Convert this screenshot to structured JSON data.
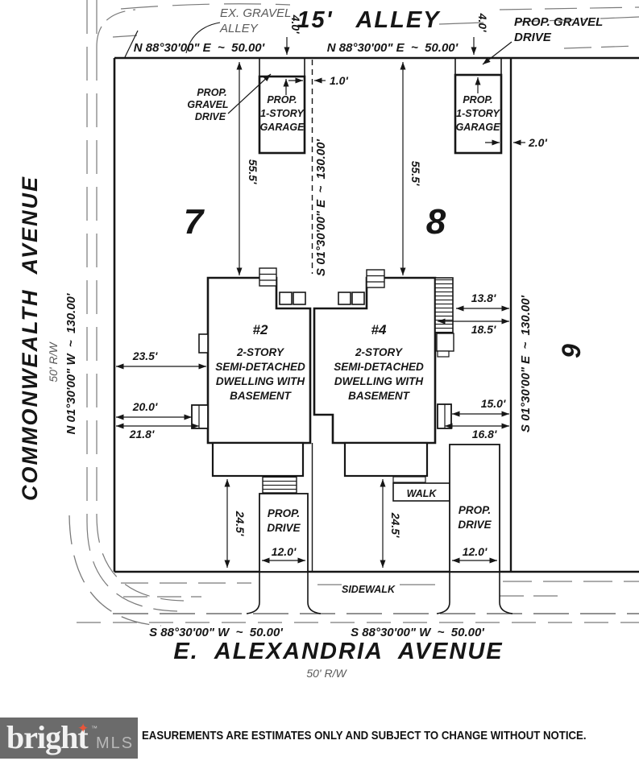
{
  "streets": {
    "alley_size": "15'",
    "alley_name": "ALLEY",
    "ex_gravel_alley_line1": "EX. GRAVEL",
    "ex_gravel_alley_line2": "ALLEY",
    "commonwealth_name": "COMMONWEALTH  AVENUE",
    "commonwealth_rw": "50' R/W",
    "alexandria_name": "E.  ALEXANDRIA  AVENUE",
    "alexandria_rw": "50' R/W",
    "sidewalk": "SIDEWALK"
  },
  "bearings": {
    "top_left": "N 88°30'00\" E  ~  50.00'",
    "top_right": "N 88°30'00\" E  ~  50.00'",
    "bottom_left": "S 88°30'00\" W  ~  50.00'",
    "bottom_right": "S 88°30'00\" W  ~  50.00'",
    "west_line": "N 01°30'00\" W  ~  130.00'",
    "center_line": "S 01°30'00\" E  ~  130.00'",
    "east_line": "S 01°30'00\" E  ~  130.00'"
  },
  "lots": {
    "lot7": "7",
    "lot8": "8",
    "lot9": "9"
  },
  "building2": {
    "number": "#2",
    "line1": "2-STORY",
    "line2": "SEMI-DETACHED",
    "line3": "DWELLING WITH",
    "line4": "BASEMENT"
  },
  "building4": {
    "number": "#4",
    "line1": "2-STORY",
    "line2": "SEMI-DETACHED",
    "line3": "DWELLING WITH",
    "line4": "BASEMENT"
  },
  "garage_left": {
    "line1": "PROP.",
    "line2": "1-STORY",
    "line3": "GARAGE"
  },
  "garage_right": {
    "line1": "PROP.",
    "line2": "1-STORY",
    "line3": "GARAGE"
  },
  "labels": {
    "gravel_drive_left_line1": "PROP.",
    "gravel_drive_left_line2": "GRAVEL",
    "gravel_drive_left_line3": "DRIVE",
    "gravel_drive_right_line1": "PROP. GRAVEL",
    "gravel_drive_right_line2": "DRIVE",
    "drive_left_line1": "PROP.",
    "drive_left_line2": "DRIVE",
    "drive_right_line1": "PROP.",
    "drive_right_line2": "DRIVE",
    "walk": "WALK"
  },
  "dims": {
    "alley_strip_left": "4.0'",
    "alley_strip_right": "4.0'",
    "garage_gap_left": "1.0'",
    "garage_gap_right": "2.0'",
    "setback_left": "55.5'",
    "setback_right": "55.5'",
    "w1": "23.5'",
    "w2": "20.0'",
    "w3": "21.8'",
    "e1": "13.8'",
    "e2": "18.5'",
    "e3": "15.0'",
    "e4": "16.8'",
    "drive_left_len": "24.5'",
    "drive_right_len": "24.5'",
    "drive_left_w": "12.0'",
    "drive_right_w": "12.0'"
  },
  "footer": {
    "logo_word": "bright",
    "logo_mls": "MLS",
    "logo_tm": "™",
    "star_glyph": "✦",
    "disclaimer": "EASUREMENTS ARE ESTIMATES ONLY AND SUBJECT TO CHANGE WITHOUT NOTICE.",
    "colors": {
      "logo_bg": "#6b6b6b",
      "star": "#e8553a",
      "mls": "#b9b9b9",
      "ink": "#161616",
      "road": "#7a7a7a"
    }
  }
}
